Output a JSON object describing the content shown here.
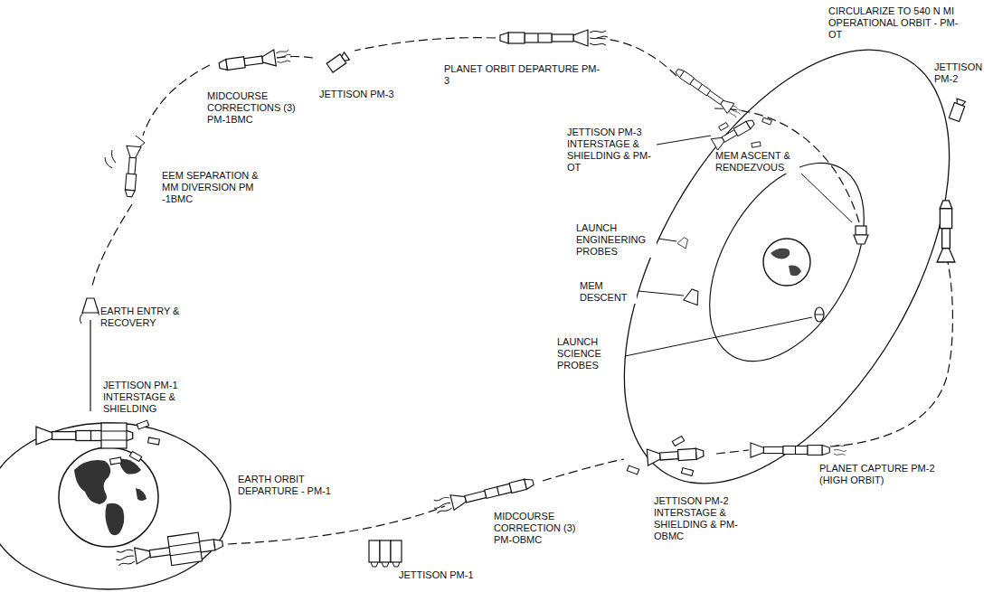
{
  "diagram": {
    "labels": [
      "CIRCULARIZE TO 540 N MI OPERATIONAL ORBIT - PM-OT",
      "MIDCOURSE CORRECTIONS (3) PM-1BMC",
      "JETTISON PM-3",
      "PLANET ORBIT DEPARTURE PM-3",
      "JETTISON PM-2",
      "JETTISON PM-3 INTERSTAGE & SHIELDING & PM-OT",
      "MEM ASCENT & RENDEZVOUS",
      "EEM SEPARATION & MM DIVERSION PM -1BMC",
      "LAUNCH ENGINEERING PROBES",
      "MEM DESCENT",
      "LAUNCH SCIENCE PROBES",
      "EARTH ENTRY & RECOVERY",
      "JETTISON PM-1 INTERSTAGE & SHIELDING",
      "EARTH ORBIT DEPARTURE - PM-1",
      "MIDCOURSE CORRECTION (3) PM-OBMC",
      "JETTISON PM-2 INTERSTAGE & SHIELDING & PM-OBMC",
      "PLANET CAPTURE PM-2 (HIGH ORBIT)",
      "JETTISON PM-1"
    ]
  }
}
